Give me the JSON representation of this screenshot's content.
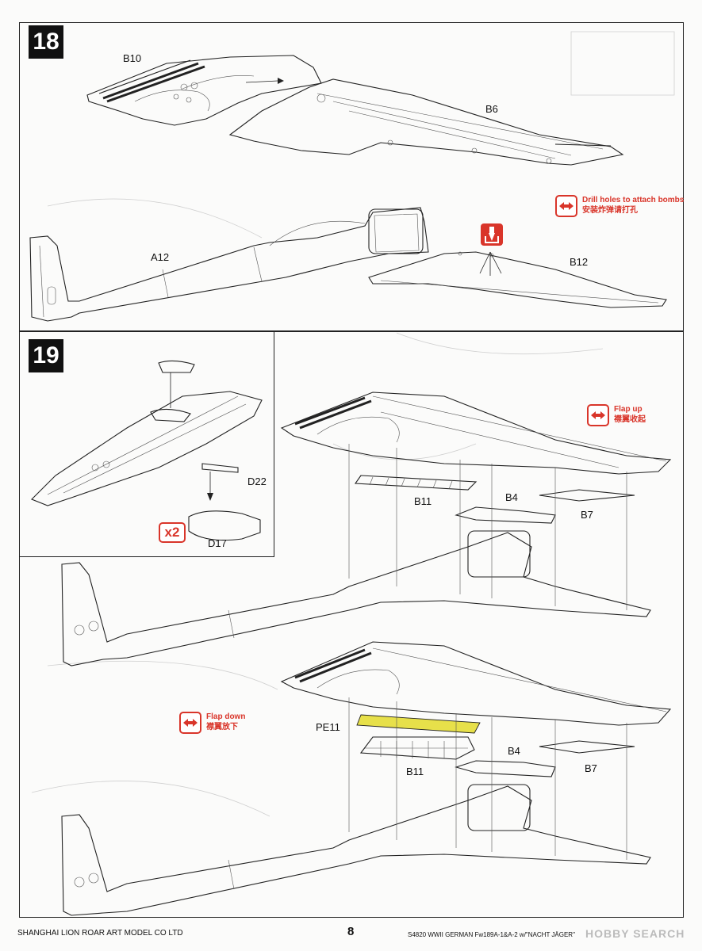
{
  "page": {
    "number": "8",
    "footer_left": "SHANGHAI LION ROAR ART MODEL CO LTD",
    "footer_right": "S4820 WWII GERMAN Fw189A-1&A-2 w/\"NACHT JÄGER\"",
    "watermark": "HOBBY SEARCH"
  },
  "steps": [
    {
      "number": "18"
    },
    {
      "number": "19"
    }
  ],
  "parts": {
    "b10": "B10",
    "b6": "B6",
    "a12": "A12",
    "b12": "B12",
    "d22": "D22",
    "d17": "D17",
    "b11_top": "B11",
    "b4_top": "B4",
    "b7_top": "B7",
    "pe11": "PE11",
    "b11_bottom": "B11",
    "b4_bottom": "B4",
    "b7_bottom": "B7"
  },
  "multiplier": "x2",
  "notes": {
    "drill": {
      "en": "Drill holes to attach bombs",
      "cn": "安装炸弹请打孔"
    },
    "flap_up": {
      "en": "Flap up",
      "cn": "襟翼收起"
    },
    "flap_down": {
      "en": "Flap down",
      "cn": "襟翼放下"
    }
  },
  "colors": {
    "accent_red": "#d9352a",
    "pe_fill": "#e7e04a",
    "badge": "#111111"
  }
}
